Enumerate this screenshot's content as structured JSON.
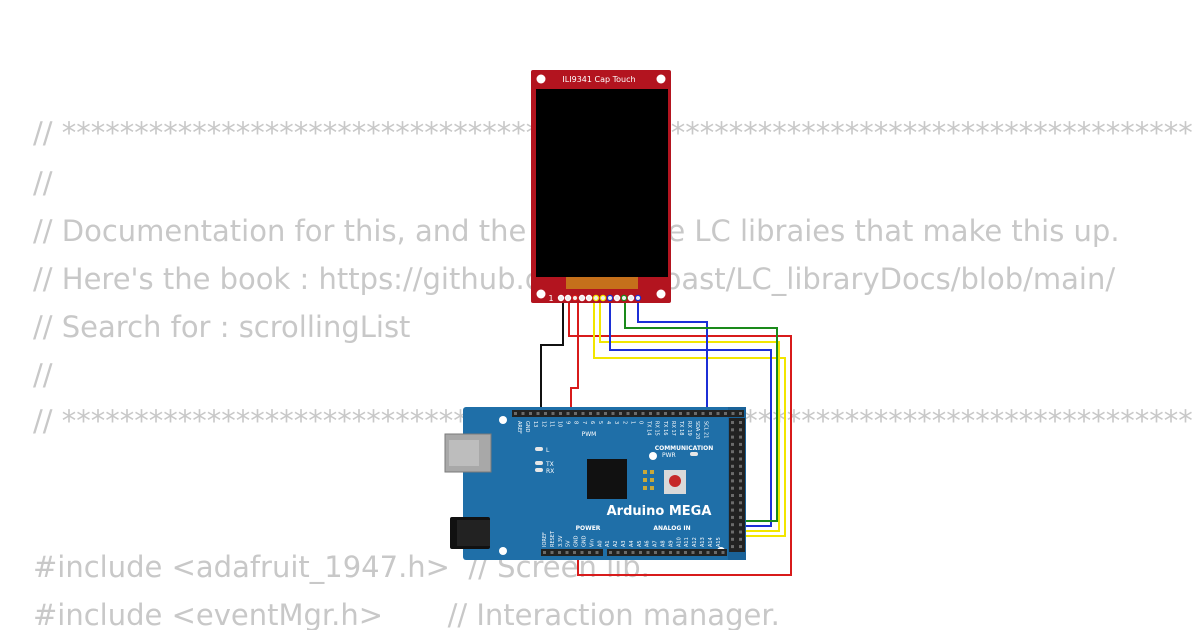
{
  "code": {
    "line1": "// ******************************************************************************",
    "line2": "//",
    "line3": "// Documentation for this, and the rest of the LC libraies that make this up.",
    "line4": "// Here's the book : https://github.com/leftCoast/LC_libraryDocs/blob/main/",
    "line5": "// Search for : scrollingList",
    "line6": "//",
    "line7": "// ******************************************************************************",
    "line8": "#include <adafruit_1947.h>  // Screen lib.",
    "line9": "#include <eventMgr.h>       // Interaction manager."
  },
  "display": {
    "title": "ILI9341 Cap Touch",
    "pin1_label": "1"
  },
  "board": {
    "name": "Arduino MEGA",
    "pwm_label": "PWM",
    "communication_label": "COMMUNICATION",
    "power_label": "POWER",
    "analog_label": "ANALOG IN",
    "pwr_led_label": "PWR",
    "led_l_label": "L",
    "led_tx_label": "TX",
    "led_rx_label": "RX",
    "top_header_labels": [
      "AREF",
      "GND",
      "13",
      "12",
      "11",
      "10",
      "9",
      "8",
      "7",
      "6",
      "5",
      "4",
      "3",
      "2",
      "1",
      "0",
      "TX 14",
      "RX 15",
      "TX 16",
      "RX 17",
      "TX 18",
      "RX 19",
      "SDA 20",
      "SCL 21"
    ],
    "bottom_header_labels": [
      "IOREF",
      "RESET",
      "3.3V",
      "5V",
      "GND",
      "GND",
      "Vin",
      "A0",
      "A1",
      "A2",
      "A3",
      "A4",
      "A5",
      "A6",
      "A7",
      "A8",
      "A9",
      "A10",
      "A11",
      "A12",
      "A13",
      "A14",
      "A15"
    ]
  },
  "colors": {
    "code_text": "#c8c8c8",
    "display_board": "#b3141f",
    "arduino_board": "#1f6fa8",
    "wire_red": "#d81b1b",
    "wire_black": "#111111",
    "wire_yellow": "#f2e600",
    "wire_blue": "#1c2fd6",
    "wire_green": "#1a8a1a"
  }
}
